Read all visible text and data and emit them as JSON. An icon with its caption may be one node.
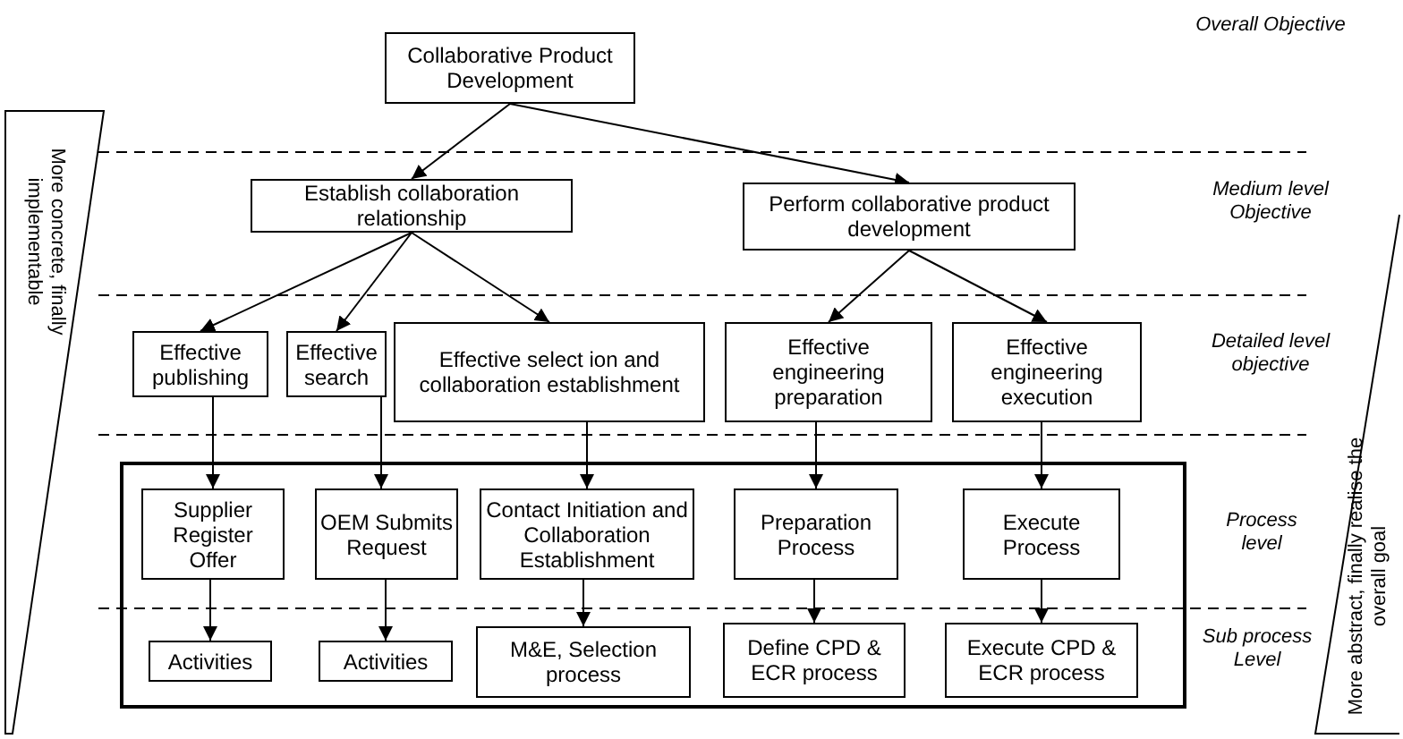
{
  "diagram": {
    "nodes": [
      {
        "text": [
          "Collaborative Product Development"
        ]
      },
      {
        "text": [
          "Establish collaboration relationship"
        ]
      },
      {
        "text": [
          "Perform collaborative product development"
        ]
      },
      {
        "text": [
          "Effective publishing"
        ]
      },
      {
        "text": [
          "Effective search"
        ]
      },
      {
        "text": [
          "Effective select ion and collaboration establishment"
        ]
      },
      {
        "text": [
          "Effective engineering preparation"
        ]
      },
      {
        "text": [
          "Effective engineering execution"
        ]
      },
      {
        "text": [],
        "shape": "box"
      },
      {
        "text": [
          "Supplier Register Offer"
        ],
        "in": 8
      },
      {
        "text": [
          "OEM Submits Request"
        ],
        "in": 8
      },
      {
        "text": [
          "Contact Initiation and Collaboration Establishment"
        ],
        "in": 8
      },
      {
        "text": [
          "Preparation Process"
        ],
        "in": 8
      },
      {
        "text": [
          "Execute Process"
        ],
        "in": 8
      },
      {
        "text": [
          "Activities"
        ],
        "in": 8
      },
      {
        "text": [
          "Activities"
        ],
        "in": 8
      },
      {
        "text": [
          "M&E, Selection process"
        ],
        "in": 8
      },
      {
        "text": [
          "Define CPD & ECR process"
        ],
        "in": 8
      },
      {
        "text": [
          "Execute CPD & ECR process"
        ],
        "in": 8
      }
    ],
    "edges": [
      {
        "from": 0,
        "to": 1,
        "arrow": "to"
      },
      {
        "from": 0,
        "to": 2,
        "arrow": "to"
      },
      {
        "from": 1,
        "to": 3,
        "arrow": "to"
      },
      {
        "from": 1,
        "to": 4,
        "arrow": "to"
      },
      {
        "from": 1,
        "to": 5,
        "arrow": "to"
      },
      {
        "from": 2,
        "to": 6,
        "arrow": "to"
      },
      {
        "from": 2,
        "to": 7,
        "arrow": "to"
      },
      {
        "from": 3,
        "to": 9,
        "arrow": "to"
      },
      {
        "from": 4,
        "to": 10,
        "arrow": "to"
      },
      {
        "from": 5,
        "to": 11,
        "arrow": "to"
      },
      {
        "from": 6,
        "to": 12,
        "arrow": "to"
      },
      {
        "from": 7,
        "to": 13,
        "arrow": "to"
      },
      {
        "from": 9,
        "to": 14,
        "arrow": "to"
      },
      {
        "from": 10,
        "to": 15,
        "arrow": "to"
      },
      {
        "from": 11,
        "to": 16,
        "arrow": "to"
      },
      {
        "from": 12,
        "to": 17,
        "arrow": "to"
      },
      {
        "from": 13,
        "to": 18,
        "arrow": "to"
      }
    ],
    "labels": [
      "Overall Objective",
      "More concrete, finally implementable",
      "Medium level Objective",
      "Detailed level objective",
      "Process level",
      "More abstract, finally realise the overall goal",
      "Sub process Level"
    ]
  }
}
